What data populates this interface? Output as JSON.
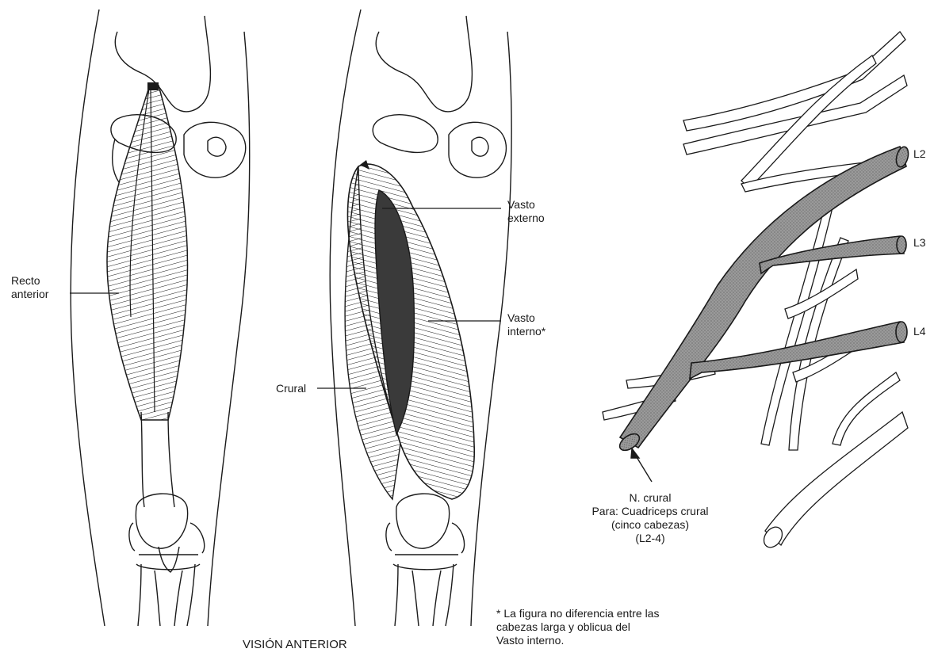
{
  "figure": {
    "title": "VISIÓN ANTERIOR",
    "footnote": [
      "* La figura no diferencia entre las",
      "cabezas larga y oblicua del",
      "Vasto interno."
    ]
  },
  "left_leg": {
    "label_lines": [
      "Recto",
      "anterior"
    ]
  },
  "middle_leg": {
    "labels": {
      "vasto_externo": [
        "Vasto",
        "externo"
      ],
      "vasto_interno": [
        "Vasto",
        "interno*"
      ],
      "crural": "Crural"
    }
  },
  "nerve_diagram": {
    "roots": [
      "L2",
      "L3",
      "L4"
    ],
    "caption": [
      "N. crural",
      "Para: Cuadriceps crural",
      "(cinco cabezas)",
      "(L2-4)"
    ]
  },
  "colors": {
    "ink": "#1a1a1a",
    "nerve_fill": "#8a8a8a",
    "muscle_dark": "#4a4a4a"
  }
}
